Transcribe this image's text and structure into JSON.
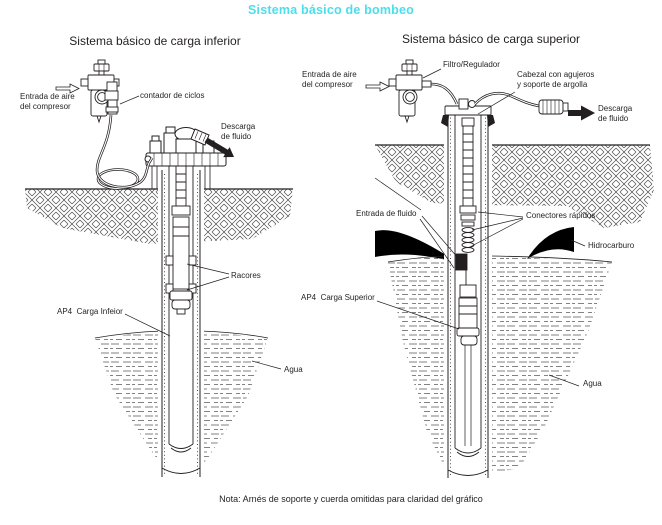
{
  "title": {
    "text": "Sistema básico de bombeo",
    "color": "#4ade deleted"
  },
  "note": "Nota: Arnés de soporte y cuerda omitidas para claridad del gráfico",
  "colors": {
    "title_accent": "#4adfe9",
    "ink": "#231f20",
    "hydrocarbon_fill": "#000000"
  },
  "left_panel": {
    "subtitle": "Sistema básico de carga inferior",
    "labels": {
      "air_inlet": "Entrada de aire\ndel compresor",
      "cycle_counter": "contador de ciclos",
      "fluid_discharge": "Descarga\nde fluido",
      "fittings": "Racores",
      "pump_model": "AP4  Carga Infeior",
      "water": "Agua"
    }
  },
  "right_panel": {
    "subtitle": "Sistema básico de carga superior",
    "labels": {
      "air_inlet": "Entrada de aire\ndel compresor",
      "filter_regulator": "Filtro/Regulador",
      "head": "Cabezal con agujeros\ny soporte de argolla",
      "fluid_discharge": "Descarga\nde fluido",
      "fluid_inlet": "Entrada de fluido",
      "quick_connectors": "Conectores rápidos",
      "hydrocarbon": "Hidrocarburo",
      "pump_model": "AP4  Carga Superior",
      "water": "Agua"
    }
  }
}
